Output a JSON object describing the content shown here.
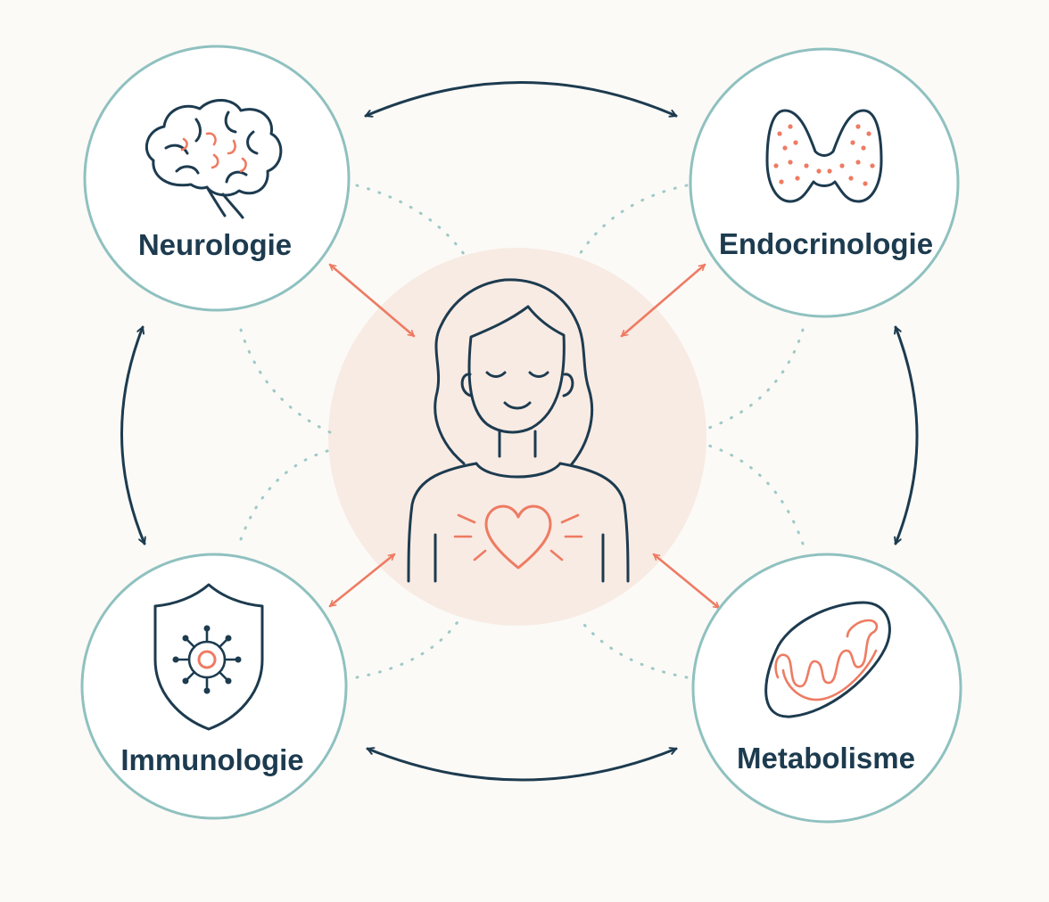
{
  "nodes": {
    "top_left": {
      "label": "Neurologie",
      "icon": "brain-icon"
    },
    "top_right": {
      "label": "Endocrinologie",
      "icon": "thyroid-icon"
    },
    "bottom_left": {
      "label": "Immunologie",
      "icon": "shield-cell-icon"
    },
    "bottom_right": {
      "label": "Metabolisme",
      "icon": "mitochondria-icon"
    }
  },
  "center": {
    "icon": "woman-heart-icon"
  },
  "colors": {
    "navy": "#1d3b4f",
    "coral": "#ee7b62",
    "teal": "#8fc1bf",
    "dots": "#9ec9c6",
    "halo": "#f8e9e1",
    "background": "#fbfaf7"
  }
}
